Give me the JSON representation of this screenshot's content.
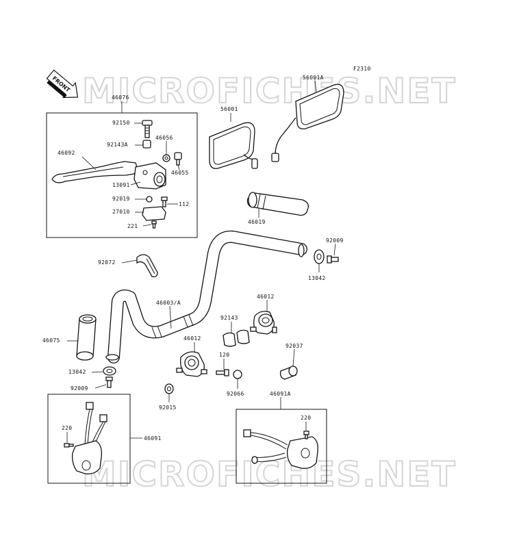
{
  "figure_code": "F2310",
  "direction_label": "FRONT",
  "watermark_text": "MICROFICHES.NET",
  "colors": {
    "ink": "#111111",
    "watermark": "#d4d4d4",
    "background": "#ffffff"
  },
  "part_numbers": {
    "p56001": "56001",
    "p56001a": "56001A",
    "p46076": "46076",
    "p92150": "92150",
    "p92143a": "92143A",
    "p46056": "46056",
    "p46092": "46092",
    "p46055": "46055",
    "p13091": "13091",
    "p92019": "92019",
    "p112": "112",
    "p27010": "27010",
    "p221": "221",
    "p46019": "46019",
    "p92009a": "92009",
    "p13042a": "13042",
    "p92072": "92072",
    "p46003a": "46003/A",
    "p46012a": "46012",
    "p92143": "92143",
    "p46075": "46075",
    "p46012b": "46012",
    "p92037": "92037",
    "p120": "120",
    "p13042b": "13042",
    "p92009b": "92009",
    "p92066": "92066",
    "p92015": "92015",
    "p46091a": "46091A",
    "p220a": "220",
    "p220b": "220",
    "p46091": "46091"
  }
}
